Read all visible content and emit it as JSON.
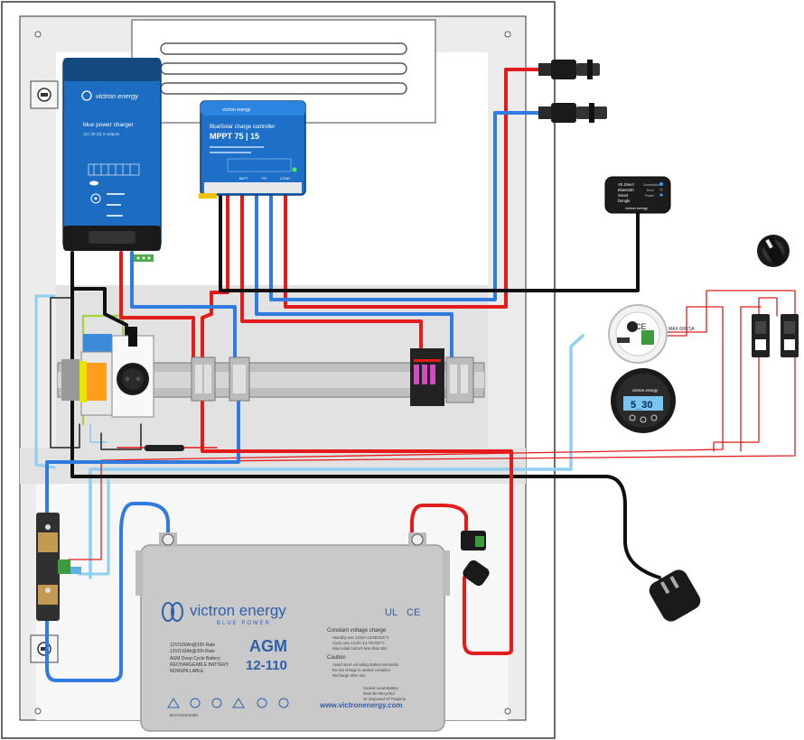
{
  "charger": {
    "brand": "victron energy",
    "title": "blue power charger",
    "subtitle": "12 | 30 (3) 3 outputs"
  },
  "mppt": {
    "brand": "victron energy",
    "title": "BlueSolar charge controller",
    "model": "MPPT 75 | 15",
    "terminals": [
      "BATT",
      "PV",
      "LOAD"
    ]
  },
  "dongle": {
    "lines": [
      "VE.Direct",
      "Bluetooth",
      "Smart",
      "Dongle"
    ],
    "leds": [
      "Connection",
      "Error",
      "Power"
    ],
    "brand": "victron energy"
  },
  "load_fuse": {
    "label": "MAX 60V/1A"
  },
  "battery_monitor": {
    "brand": "victron energy",
    "display": "5_30"
  },
  "battery": {
    "brand": "victron energy",
    "tagline": "BLUE POWER",
    "type": "AGM",
    "model": "12-110",
    "spec_lines": [
      "12V/100Ah@10h Rate",
      "12V/110Ah@20h Rate",
      "AGM Deep Cycle Battery",
      "RECHARGEABLE BATTERY",
      "NONSPILLABLE"
    ],
    "charge_heading": "Constant voltage charge",
    "charge_lines": [
      "Standby use 13.50~13.80V/25°C",
      "Cycle use 14.40~14.70V/25°C",
      "Max initial current less than 30A"
    ],
    "caution_heading": "Caution",
    "caution_lines": [
      "Avoid short-circuiting battery terminals",
      "Do not charge in sealed container",
      "Recharge after use"
    ],
    "recycle_lines": [
      "Sealed Lead Battery",
      "Must Be Recycled",
      "Or Disposed Of Properly"
    ],
    "marks": [
      "UL",
      "CE"
    ],
    "website": "www.victronenergy.com",
    "part_number": "BAT412101080"
  },
  "colors": {
    "positive": "#e41b1b",
    "negative": "#2f7be0",
    "data": "#101010",
    "ve_bus": "#8fcff0",
    "victron_blue": "#1c6cc1",
    "enclosure": "#efefef"
  }
}
